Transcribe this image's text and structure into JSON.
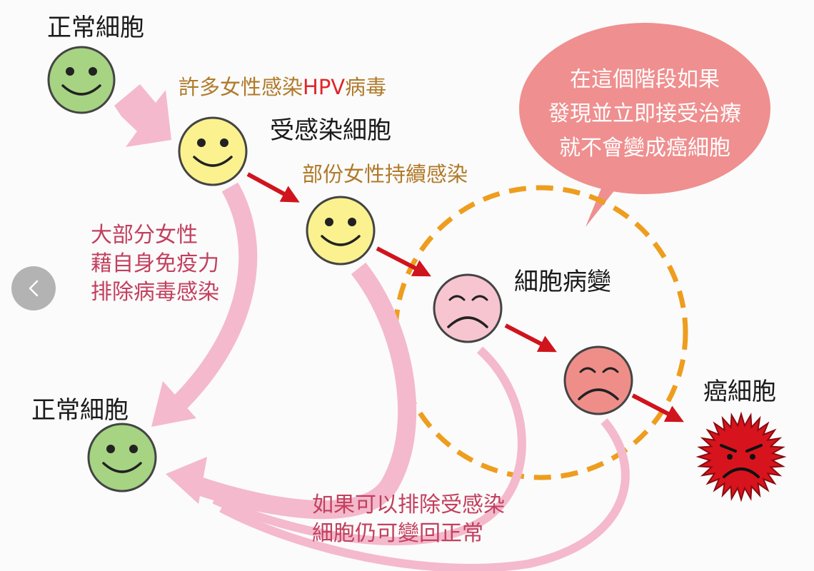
{
  "labels": {
    "normal_top": "正常細胞",
    "infection_prefix": "許多女性感染",
    "infection_hpv": "HPV",
    "infection_suffix": "病毒",
    "infected_cell": "受感染細胞",
    "persistent": "部份女性持續感染",
    "lesion": "細胞病變",
    "cancer_cell": "癌細胞",
    "normal_bottom": "正常細胞",
    "immune_clear": [
      "大部分女性",
      "藉自身免疫力",
      "排除病毒感染"
    ],
    "revert": [
      "如果可以排除受感染",
      "細胞仍可變回正常"
    ],
    "bubble": [
      "在這個階段如果",
      "發現並立即接受治療",
      "就不會變成癌細胞"
    ]
  },
  "colors": {
    "normal_cell": "#a6d483",
    "infected_cell": "#fbf28f",
    "lesion_cell": "#f7c5d0",
    "lesion_cell_dark": "#ef8e89",
    "cancer_cell": "#d7141d",
    "red_arrow": "#d0141d",
    "pink_arrow": "#f4b9cc",
    "bubble": "#ef8f8f",
    "dashed_circle": "#ee9d1e",
    "hpv_text": "#e0262a"
  },
  "icons": {
    "back": "chevron-left-icon"
  }
}
